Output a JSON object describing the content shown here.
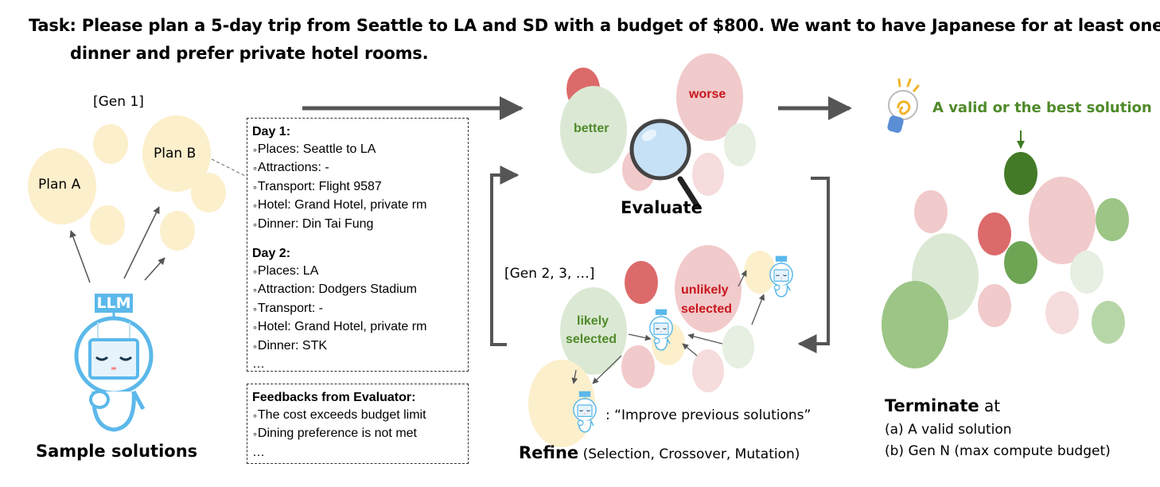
{
  "task": {
    "line1": "Task: Please plan a 5-day trip from Seattle to LA and SD with a budget of $800. We want to have Japanese for at least one",
    "line2": "dinner and prefer private hotel rooms."
  },
  "sample": {
    "gen_label": "[Gen 1]",
    "plan_a": "Plan A",
    "plan_b": "Plan B",
    "llm_label": "LLM",
    "caption": "Sample solutions"
  },
  "plan_box": {
    "days": [
      {
        "title": "Day 1:",
        "items": [
          "Places: Seattle to LA",
          "Attractions: -",
          "Transport: Flight 9587",
          "Hotel: Grand Hotel, private rm",
          "Dinner: Din Tai Fung"
        ]
      },
      {
        "title": "Day 2:",
        "items": [
          "Places: LA",
          "Attraction: Dodgers Stadium",
          "Transport: -",
          "Hotel: Grand Hotel, private rm",
          "Dinner: STK"
        ]
      }
    ],
    "ellipsis": "…"
  },
  "feedback_box": {
    "title": "Feedbacks from Evaluator:",
    "items": [
      "The cost exceeds budget limit",
      "Dining preference is not met"
    ],
    "ellipsis": "…"
  },
  "evaluate": {
    "better": "better",
    "worse": "worse",
    "caption": "Evaluate"
  },
  "refine": {
    "gen_label": "[Gen 2, 3, …]",
    "likely_1": "likely",
    "likely_2": "selected",
    "unlikely_1": "unlikely",
    "unlikely_2": "selected",
    "robot_note": ": “Improve previous solutions”",
    "caption_bold": "Refine",
    "caption_rest": " (Selection, Crossover, Mutation)"
  },
  "terminate": {
    "best_solution": "A valid or the best solution",
    "caption_bold": "Terminate",
    "caption_rest": " at",
    "cond_a": "(a) A valid solution",
    "cond_b": "(b) Gen N (max compute budget)"
  },
  "colors": {
    "yellow": "#fcefcb",
    "pale_green": "#dbe9d4",
    "pink": "#f1cacb",
    "red": "#dc6a6a",
    "dark_green": "#437a27",
    "green": "#6ea555",
    "light_green": "#9cc586",
    "faint_green": "#e6efe1",
    "faint_pink": "#f6dcdc",
    "better_text": "#4f8a2a",
    "worse_text": "#c8161d",
    "robot_blue": "#5bb8ea"
  }
}
